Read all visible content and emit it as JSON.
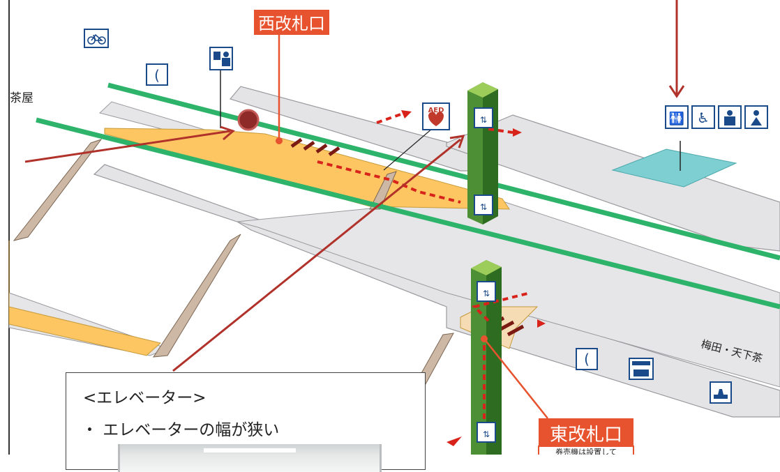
{
  "labels": {
    "west_gate": "西改札口",
    "east_gate": "東改札口",
    "east_gate_note": "券売機は設置して",
    "left_station": "茶屋",
    "right_direction": "梅田・天下茶",
    "aed": "AED"
  },
  "callout": {
    "title": "<エレベーター>",
    "bullet": "・ エレベーターの幅が狭い"
  },
  "colors": {
    "gate_label_bg": "#e8532f",
    "arrow": "#c0392b",
    "track": "#2db36a",
    "concourse": "#fdc663",
    "platform": "#e4e4e6",
    "restroom_area": "#7ecfd2",
    "elevator_shaft": "#5a9a3c",
    "icon_blue": "#1b4a8a"
  },
  "icons": [
    "bicycle-icon",
    "phone-icon",
    "ticket-office-icon",
    "aed-icon",
    "elevator-icon",
    "restroom-icon",
    "wheelchair-icon",
    "ostomate-icon",
    "baby-care-icon",
    "ticket-machine-icon",
    "waiting-area-icon"
  ]
}
